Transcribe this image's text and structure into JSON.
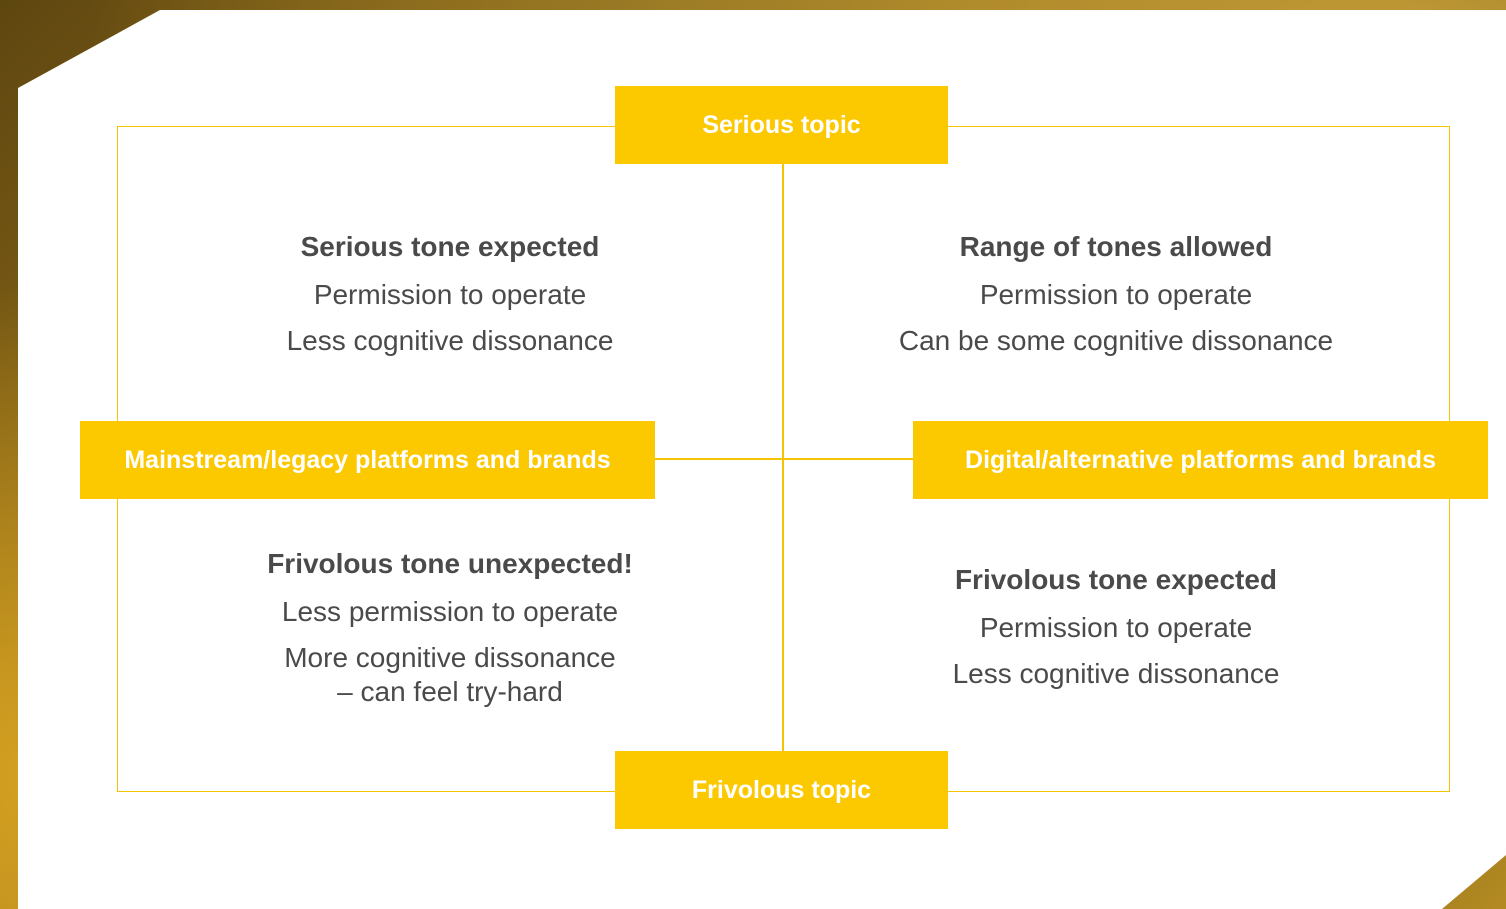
{
  "axes": {
    "top": "Serious topic",
    "bottom": "Frivolous topic",
    "left": "Mainstream/legacy platforms and brands",
    "right": "Digital/alternative platforms and brands"
  },
  "quadrants": {
    "top_left": {
      "title": "Serious tone expected",
      "line1": "Permission to operate",
      "line2": "Less cognitive dissonance"
    },
    "top_right": {
      "title": "Range of tones allowed",
      "line1": "Permission to operate",
      "line2": "Can be some cognitive dissonance"
    },
    "bottom_left": {
      "title": "Frivolous tone unexpected!",
      "line1": "Less permission to operate",
      "line2": "More cognitive dissonance",
      "line3": "– can feel try-hard"
    },
    "bottom_right": {
      "title": "Frivolous tone expected",
      "line1": "Permission to operate",
      "line2": "Less cognitive dissonance"
    }
  },
  "colors": {
    "accent": "#fcc800",
    "text": "#4a4a4a",
    "background": "#ffffff"
  }
}
